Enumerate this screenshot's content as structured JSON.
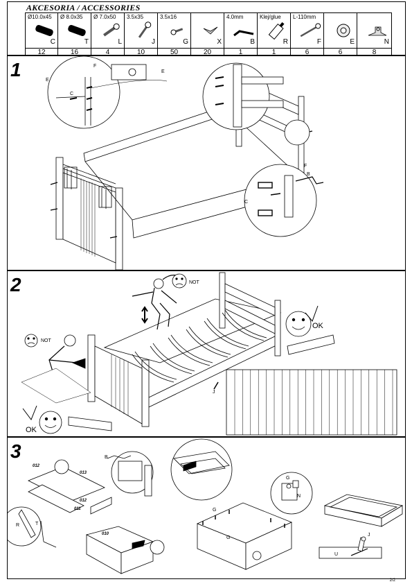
{
  "accessories": {
    "title": "AKCESORIA / ACCESSORIES",
    "items": [
      {
        "size": "Ø10.0x45",
        "code": "C",
        "qty": "12",
        "icon": "wooden-dowel-icon"
      },
      {
        "size": "Ø 8.0x35",
        "code": "T",
        "qty": "16",
        "icon": "wooden-dowel-icon"
      },
      {
        "size": "Ø 7.0x50",
        "code": "L",
        "qty": "4",
        "icon": "confirmat-screw-icon"
      },
      {
        "size": "3.5x35",
        "code": "J",
        "qty": "10",
        "icon": "wood-screw-icon"
      },
      {
        "size": "3.5x16",
        "code": "G",
        "qty": "50",
        "icon": "short-screw-icon"
      },
      {
        "size": "",
        "code": "X",
        "qty": "20",
        "icon": "clip-icon"
      },
      {
        "size": "4.0mm",
        "code": "B",
        "qty": "1",
        "icon": "allen-key-icon"
      },
      {
        "size": "Klej/glue",
        "code": "R",
        "qty": "1",
        "icon": "glue-bottle-icon"
      },
      {
        "size": "L-110mm",
        "code": "F",
        "qty": "6",
        "icon": "bolt-icon"
      },
      {
        "size": "",
        "code": "E",
        "qty": "6",
        "icon": "cam-nut-icon"
      },
      {
        "size": "",
        "code": "N",
        "qty": "8",
        "icon": "bracket-icon"
      }
    ]
  },
  "steps": [
    {
      "number": "1",
      "labels": {
        "e": "E",
        "c": "C",
        "f": "F",
        "e2": "E",
        "f2": "F",
        "b": "B",
        "c2": "C"
      }
    },
    {
      "number": "2",
      "labels": {
        "not": "NOT",
        "not2": "NOT",
        "ok": "OK",
        "ok2": "OK",
        "j": "J"
      }
    },
    {
      "number": "3",
      "labels": {
        "p012": "012",
        "p013": "013",
        "p011": "011",
        "p012b": "012",
        "p010": "010",
        "r": "R",
        "t": "T",
        "b": "B",
        "g": "G",
        "n": "N",
        "g2": "G",
        "g3": "G",
        "j": "J",
        "u": "U"
      }
    }
  ],
  "page_number": "2/2"
}
